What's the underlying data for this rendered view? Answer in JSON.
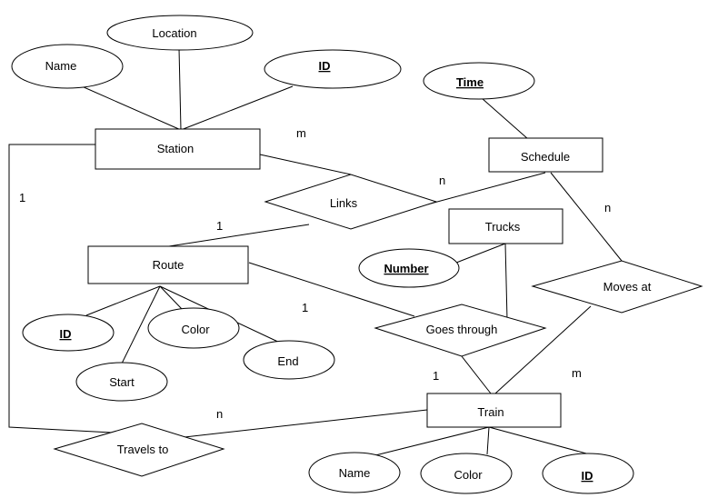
{
  "entities": {
    "station": "Station",
    "schedule": "Schedule",
    "route": "Route",
    "trucks": "Trucks",
    "train": "Train"
  },
  "relationships": {
    "links": "Links",
    "goes_through": "Goes through",
    "moves_at": "Moves at",
    "travels_to": "Travels to"
  },
  "attributes": {
    "station_location": "Location",
    "station_name": "Name",
    "station_id": "ID",
    "schedule_time": "Time",
    "trucks_number": "Number",
    "route_id": "ID",
    "route_color": "Color",
    "route_start": "Start",
    "route_end": "End",
    "train_name": "Name",
    "train_color": "Color",
    "train_id": "ID"
  },
  "cardinalities": {
    "station_links": "m",
    "links_schedule": "n",
    "station_travels": "1",
    "links_route": "1",
    "schedule_moves": "n",
    "route_goes": "1",
    "goes_train": "1",
    "moves_train": "m",
    "travels_train": "n"
  }
}
